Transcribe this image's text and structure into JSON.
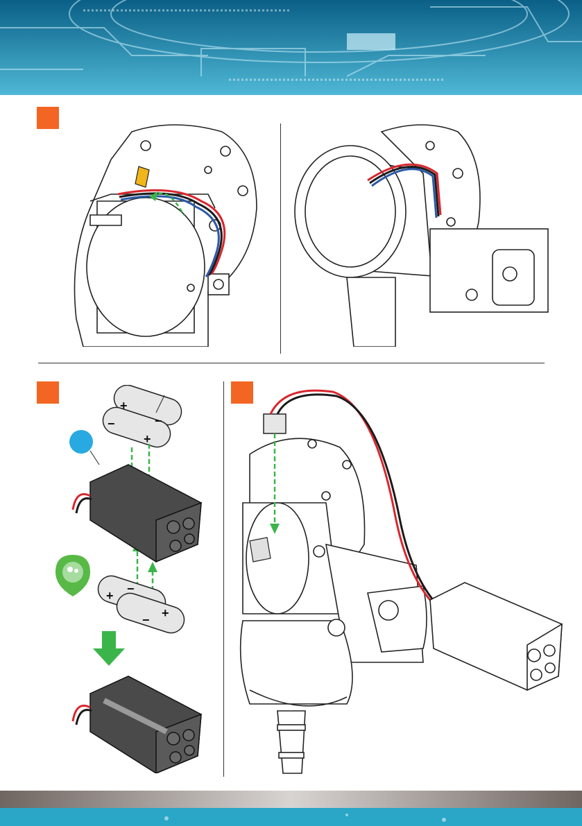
{
  "page": {
    "theme": {
      "header_gradient": [
        "#0b6e93",
        "#5fc3dc"
      ],
      "footer_colors": [
        "#8a7f7a",
        "#2aa6c6"
      ],
      "step_marker_color": "#f26522",
      "arrow_color": "#3bb54a",
      "battery_holder_color": "#4a4a4a",
      "cable_colors": [
        "#d8262e",
        "#1b1b1b",
        "#2c5aa8"
      ],
      "info_circle_color": "#29a9e1",
      "connector_highlight_color": "#f2b51a",
      "tip_pin_color": "#58b947"
    },
    "steps": [
      {
        "id": "step-1",
        "icons": [
          "cable-routing-before",
          "cable-routing-after"
        ]
      },
      {
        "id": "step-2",
        "icons": [
          "aa-battery-icon",
          "battery-holder-icon",
          "parent-help-icon",
          "down-arrow-icon"
        ]
      },
      {
        "id": "step-3",
        "icons": [
          "connector-plug-icon",
          "battery-pack-icon"
        ]
      }
    ]
  }
}
